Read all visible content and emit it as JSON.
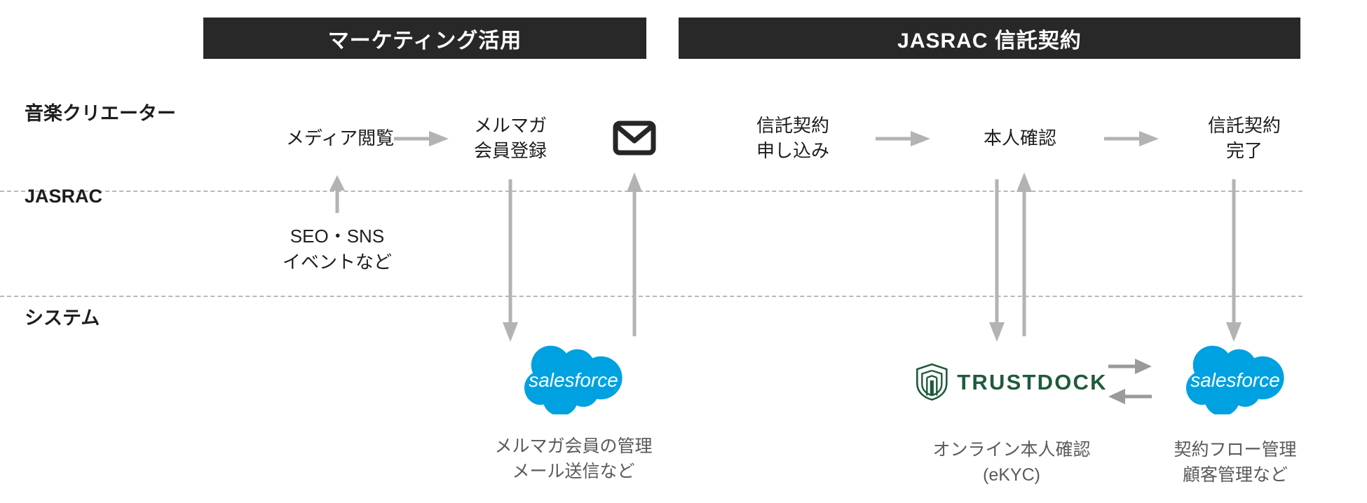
{
  "headers": [
    {
      "id": "marketing",
      "label": "マーケティング活用"
    },
    {
      "id": "jasrac",
      "label": "JASRAC 信託契約"
    }
  ],
  "row_labels": [
    {
      "id": "creator",
      "label": "音楽クリエーター"
    },
    {
      "id": "jasrac",
      "label": "JASRAC"
    },
    {
      "id": "system",
      "label": "システム"
    }
  ],
  "nodes": {
    "media_browse": "メディア閲覧",
    "newsletter_signup": "メルマガ\n会員登録",
    "mail_icon": "mail-envelope-icon",
    "seo_sns": "SEO・SNS\nイベントなど",
    "trust_apply": "信託契約\n申し込み",
    "identity_check": "本人確認",
    "trust_done": "信託契約\n完了"
  },
  "captions": {
    "salesforce_marketing": "メルマガ会員の管理\nメール送信など",
    "trustdock": "オンライン本人確認\n(eKYC)",
    "salesforce_contract": "契約フロー管理\n顧客管理など"
  },
  "logos": {
    "salesforce": "salesforce",
    "trustdock": "TRUSTDOCK"
  },
  "colors": {
    "header_bar": "#282828",
    "text": "#1d1d1d",
    "caption": "#5a5a5a",
    "arrow": "#b3b3b3",
    "divider": "#b9b9b9",
    "salesforce_blue": "#00A1E0",
    "trustdock_green": "#1f5b3b"
  },
  "arrows": {
    "media_to_signup": "right-arrow",
    "apply_to_check": "right-arrow",
    "check_to_done": "right-arrow",
    "seo_up": "up-arrow",
    "signup_down": "down-arrow",
    "mail_up": "up-arrow",
    "check_down": "down-arrow",
    "check_up": "up-arrow",
    "done_down": "down-arrow",
    "trustdock_to_salesforce": "right-arrow",
    "salesforce_to_trustdock": "left-arrow"
  }
}
